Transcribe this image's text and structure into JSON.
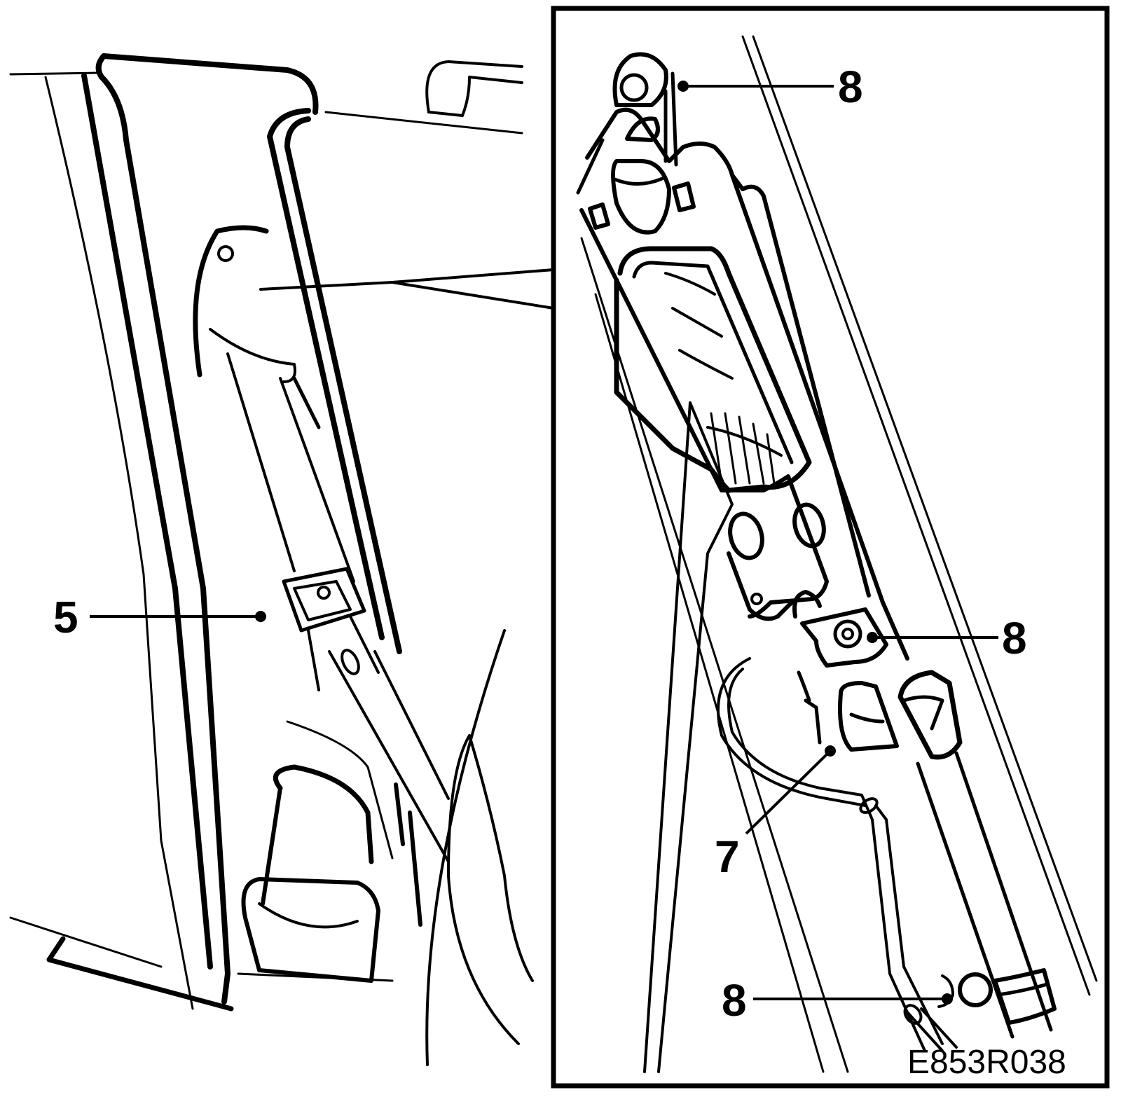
{
  "drawing_code": "E853R038",
  "callouts": {
    "top_right": "8",
    "middle_right": "8",
    "bottom": "8",
    "left_panel": "5",
    "lower_middle": "7"
  }
}
